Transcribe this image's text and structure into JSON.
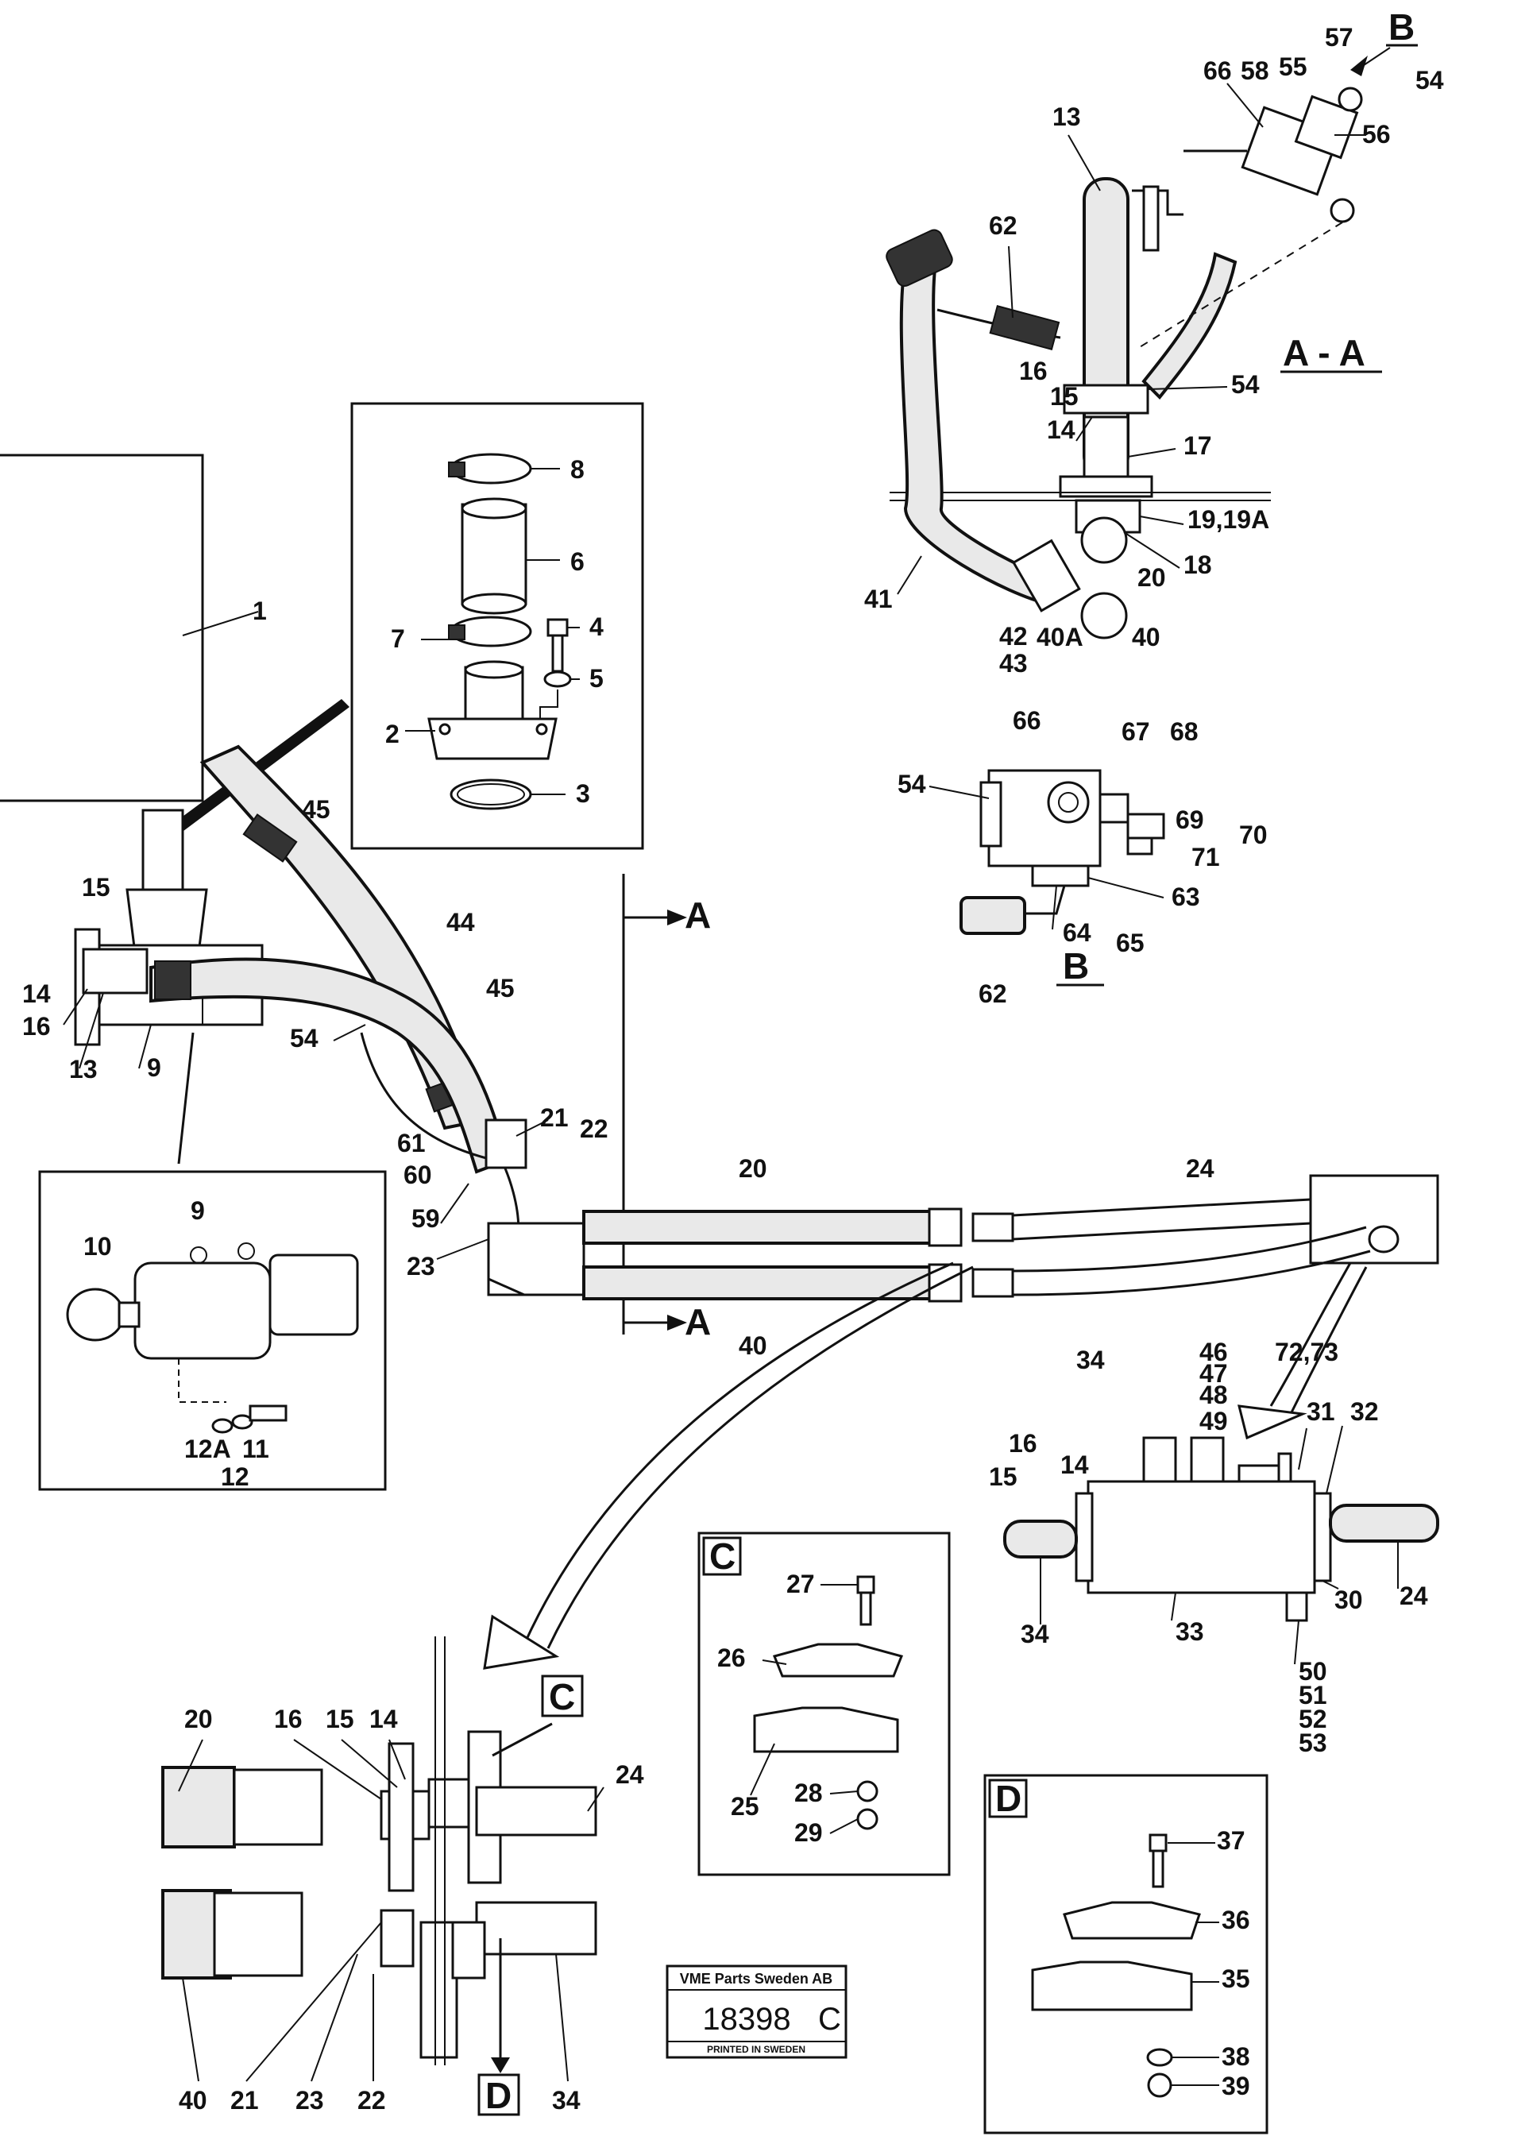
{
  "labels": [
    {
      "id": "l1",
      "text": "1"
    },
    {
      "id": "l2",
      "text": "2"
    },
    {
      "id": "l3",
      "text": "3"
    },
    {
      "id": "l4",
      "text": "4"
    },
    {
      "id": "l5",
      "text": "5"
    },
    {
      "id": "l6",
      "text": "6"
    },
    {
      "id": "l7",
      "text": "7"
    },
    {
      "id": "l8",
      "text": "8"
    },
    {
      "id": "l9a",
      "text": "9"
    },
    {
      "id": "l9b",
      "text": "9"
    },
    {
      "id": "l10",
      "text": "10"
    },
    {
      "id": "l11",
      "text": "11"
    },
    {
      "id": "l12",
      "text": "12"
    },
    {
      "id": "l12a",
      "text": "12A"
    },
    {
      "id": "l13a",
      "text": "13"
    },
    {
      "id": "l13b",
      "text": "13"
    },
    {
      "id": "l14a",
      "text": "14"
    },
    {
      "id": "l14b",
      "text": "14"
    },
    {
      "id": "l14c",
      "text": "14"
    },
    {
      "id": "l14d",
      "text": "14"
    },
    {
      "id": "l15a",
      "text": "15"
    },
    {
      "id": "l15b",
      "text": "15"
    },
    {
      "id": "l15c",
      "text": "15"
    },
    {
      "id": "l15d",
      "text": "15"
    },
    {
      "id": "l16a",
      "text": "16"
    },
    {
      "id": "l16b",
      "text": "16"
    },
    {
      "id": "l16c",
      "text": "16"
    },
    {
      "id": "l16d",
      "text": "16"
    },
    {
      "id": "l17",
      "text": "17"
    },
    {
      "id": "l18",
      "text": "18"
    },
    {
      "id": "l1919a",
      "text": "19,19A"
    },
    {
      "id": "l20a",
      "text": "20"
    },
    {
      "id": "l20b",
      "text": "20"
    },
    {
      "id": "l20c",
      "text": "20"
    },
    {
      "id": "l21a",
      "text": "21"
    },
    {
      "id": "l21b",
      "text": "21"
    },
    {
      "id": "l22a",
      "text": "22"
    },
    {
      "id": "l22b",
      "text": "22"
    },
    {
      "id": "l23a",
      "text": "23"
    },
    {
      "id": "l23b",
      "text": "23"
    },
    {
      "id": "l24a",
      "text": "24"
    },
    {
      "id": "l24b",
      "text": "24"
    },
    {
      "id": "l24c",
      "text": "24"
    },
    {
      "id": "l25",
      "text": "25"
    },
    {
      "id": "l26",
      "text": "26"
    },
    {
      "id": "l27",
      "text": "27"
    },
    {
      "id": "l28",
      "text": "28"
    },
    {
      "id": "l29",
      "text": "29"
    },
    {
      "id": "l30",
      "text": "30"
    },
    {
      "id": "l31",
      "text": "31"
    },
    {
      "id": "l32",
      "text": "32"
    },
    {
      "id": "l33",
      "text": "33"
    },
    {
      "id": "l34a",
      "text": "34"
    },
    {
      "id": "l34b",
      "text": "34"
    },
    {
      "id": "l34c",
      "text": "34"
    },
    {
      "id": "l35",
      "text": "35"
    },
    {
      "id": "l36",
      "text": "36"
    },
    {
      "id": "l37",
      "text": "37"
    },
    {
      "id": "l38",
      "text": "38"
    },
    {
      "id": "l39",
      "text": "39"
    },
    {
      "id": "l40a",
      "text": "40"
    },
    {
      "id": "l40b",
      "text": "40"
    },
    {
      "id": "l40c",
      "text": "40"
    },
    {
      "id": "l40A",
      "text": "40A"
    },
    {
      "id": "l41",
      "text": "41"
    },
    {
      "id": "l42",
      "text": "42"
    },
    {
      "id": "l43",
      "text": "43"
    },
    {
      "id": "l44",
      "text": "44"
    },
    {
      "id": "l45a",
      "text": "45"
    },
    {
      "id": "l45b",
      "text": "45"
    },
    {
      "id": "l46",
      "text": "46"
    },
    {
      "id": "l47",
      "text": "47"
    },
    {
      "id": "l48",
      "text": "48"
    },
    {
      "id": "l49",
      "text": "49"
    },
    {
      "id": "l50",
      "text": "50"
    },
    {
      "id": "l51",
      "text": "51"
    },
    {
      "id": "l52",
      "text": "52"
    },
    {
      "id": "l53",
      "text": "53"
    },
    {
      "id": "l54a",
      "text": "54"
    },
    {
      "id": "l54b",
      "text": "54"
    },
    {
      "id": "l54c",
      "text": "54"
    },
    {
      "id": "l54d",
      "text": "54"
    },
    {
      "id": "l55",
      "text": "55"
    },
    {
      "id": "l56",
      "text": "56"
    },
    {
      "id": "l57",
      "text": "57"
    },
    {
      "id": "l58",
      "text": "58"
    },
    {
      "id": "l59",
      "text": "59"
    },
    {
      "id": "l60",
      "text": "60"
    },
    {
      "id": "l61",
      "text": "61"
    },
    {
      "id": "l62a",
      "text": "62"
    },
    {
      "id": "l62b",
      "text": "62"
    },
    {
      "id": "l63",
      "text": "63"
    },
    {
      "id": "l64",
      "text": "64"
    },
    {
      "id": "l65",
      "text": "65"
    },
    {
      "id": "l66a",
      "text": "66"
    },
    {
      "id": "l66b",
      "text": "66"
    },
    {
      "id": "l67",
      "text": "67"
    },
    {
      "id": "l68",
      "text": "68"
    },
    {
      "id": "l69",
      "text": "69"
    },
    {
      "id": "l70",
      "text": "70"
    },
    {
      "id": "l71",
      "text": "71"
    },
    {
      "id": "l7273",
      "text": "72,73"
    }
  ],
  "sections": {
    "A_top": "A",
    "A_bottom": "A",
    "AA": "A - A",
    "B_top": "B",
    "B_view": "B",
    "C_box": "C",
    "C_call": "C",
    "D_box": "D",
    "D_call": "D"
  },
  "plate": {
    "title": "VME Parts Sweden AB",
    "number": "18398",
    "suffix": "C",
    "footer": "PRINTED IN SWEDEN"
  }
}
